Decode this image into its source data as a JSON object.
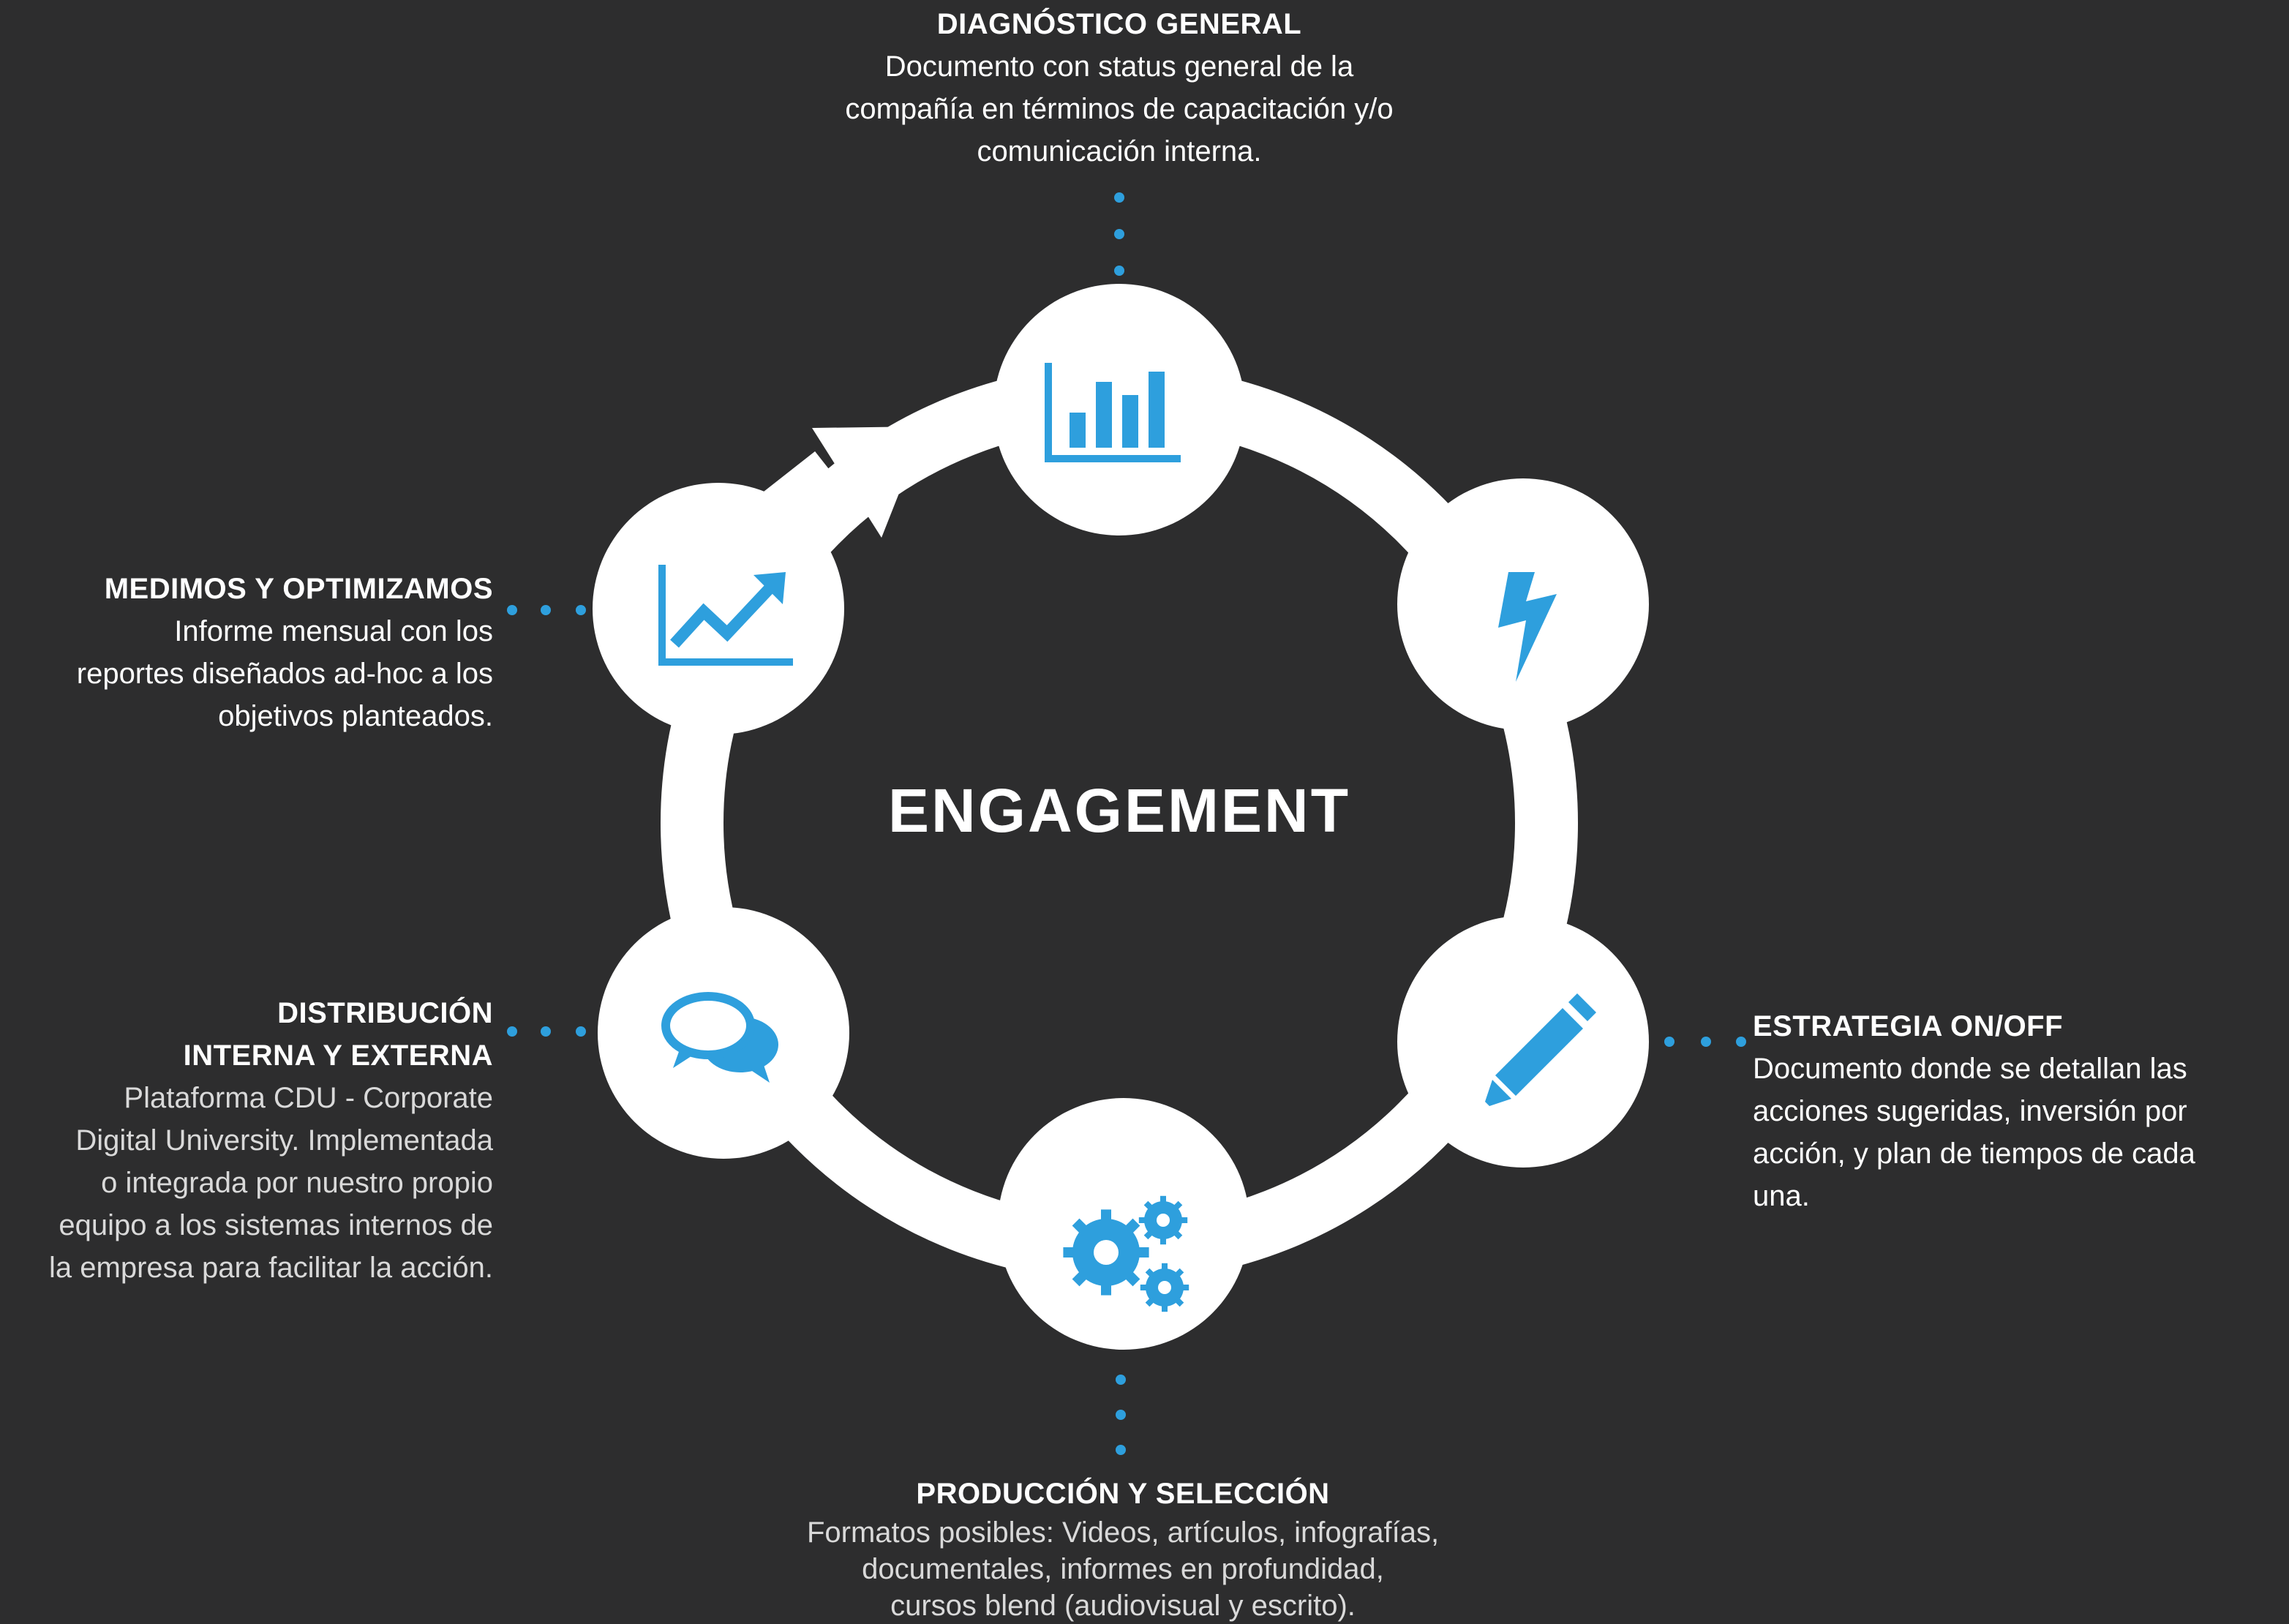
{
  "colors": {
    "background": "#2d2d2e",
    "ring": "#ffffff",
    "icon": "#2e9fdd",
    "dots": "#2e9fdd"
  },
  "center_label": "ENGAGEMENT",
  "nodes": [
    {
      "id": "diagnostico",
      "icon": "bar-chart-icon"
    },
    {
      "id": "estrategia-icon-node",
      "icon": "lightning-icon"
    },
    {
      "id": "estrategia",
      "icon": "pencil-icon"
    },
    {
      "id": "produccion",
      "icon": "gears-icon"
    },
    {
      "id": "distribucion",
      "icon": "chat-bubbles-icon"
    },
    {
      "id": "medimos",
      "icon": "trend-chart-icon"
    }
  ],
  "blocks": {
    "diagnostico": {
      "title": "DIAGNÓSTICO GENERAL",
      "lines": [
        "Documento con status general de la",
        "compañía en términos de capacitación y/o",
        "comunicación interna."
      ]
    },
    "estrategia": {
      "title": "ESTRATEGIA ON/OFF",
      "lines": [
        "Documento donde se detallan las",
        "acciones sugeridas, inversión por",
        "acción, y plan de tiempos de cada",
        "una."
      ]
    },
    "produccion": {
      "title": "PRODUCCIÓN Y SELECCIÓN",
      "lines": [
        "Formatos posibles: Videos, artículos, infografías,",
        "documentales, informes en profundidad,",
        "cursos blend (audiovisual y escrito)."
      ]
    },
    "distribucion": {
      "title_lines": [
        "DISTRIBUCIÓN",
        "INTERNA Y EXTERNA"
      ],
      "lines": [
        "Plataforma CDU - Corporate",
        "Digital University. Implementada",
        "o integrada por nuestro propio",
        "equipo a los sistemas internos de",
        "la empresa para facilitar la acción."
      ]
    },
    "medimos": {
      "title": "MEDIMOS Y OPTIMIZAMOS",
      "lines": [
        "Informe mensual con los",
        "reportes diseñados ad-hoc a los",
        "objetivos planteados."
      ]
    }
  }
}
